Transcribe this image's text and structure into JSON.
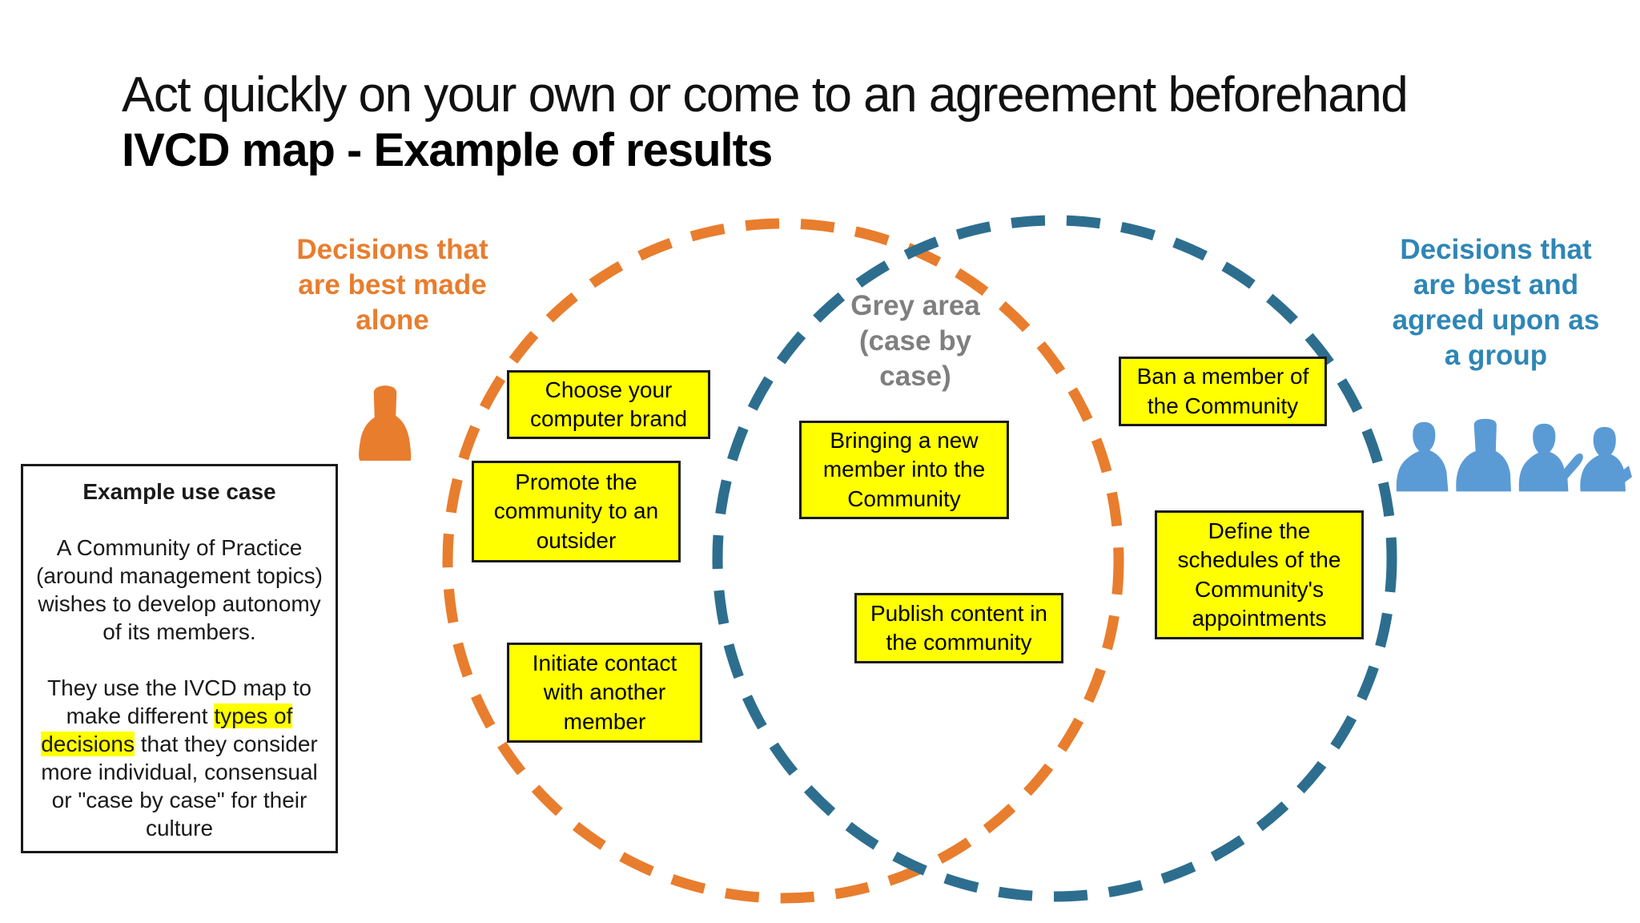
{
  "slide": {
    "title": "Act quickly on your own or come to an agreement beforehand",
    "subtitle": "IVCD map - Example of results"
  },
  "colors": {
    "alone_orange": "#E87D2E",
    "group_teal": "#2D6E8F",
    "group_label_blue": "#2E86B5",
    "people_blue": "#5B9BD5",
    "grey_label": "#7F7F7F",
    "note_yellow": "#FFFF00"
  },
  "venn": {
    "left_label": "Decisions that are best made alone",
    "right_label": "Decisions that are best and agreed upon as a group",
    "overlap_label": "Grey area (case by case)"
  },
  "icons": {
    "alone": "single-person-icon",
    "group": "people-group-icon"
  },
  "use_case": {
    "heading": "Example use case",
    "para1": "A Community of Practice (around management topics) wishes to develop autonomy of its members.",
    "para2_before": "They use the IVCD map to make different ",
    "para2_highlight": "types of decisions",
    "para2_after": " that they consider more individual, consensual or \"case by case\" for their culture"
  },
  "decisions": {
    "alone": [
      "Choose your computer brand",
      "Promote the community to an outsider",
      "Initiate contact with another member"
    ],
    "overlap": [
      "Bringing a new member into the Community",
      "Publish content in the community"
    ],
    "group": [
      "Ban a member of the Community",
      "Define the schedules of the Community's appointments"
    ]
  }
}
